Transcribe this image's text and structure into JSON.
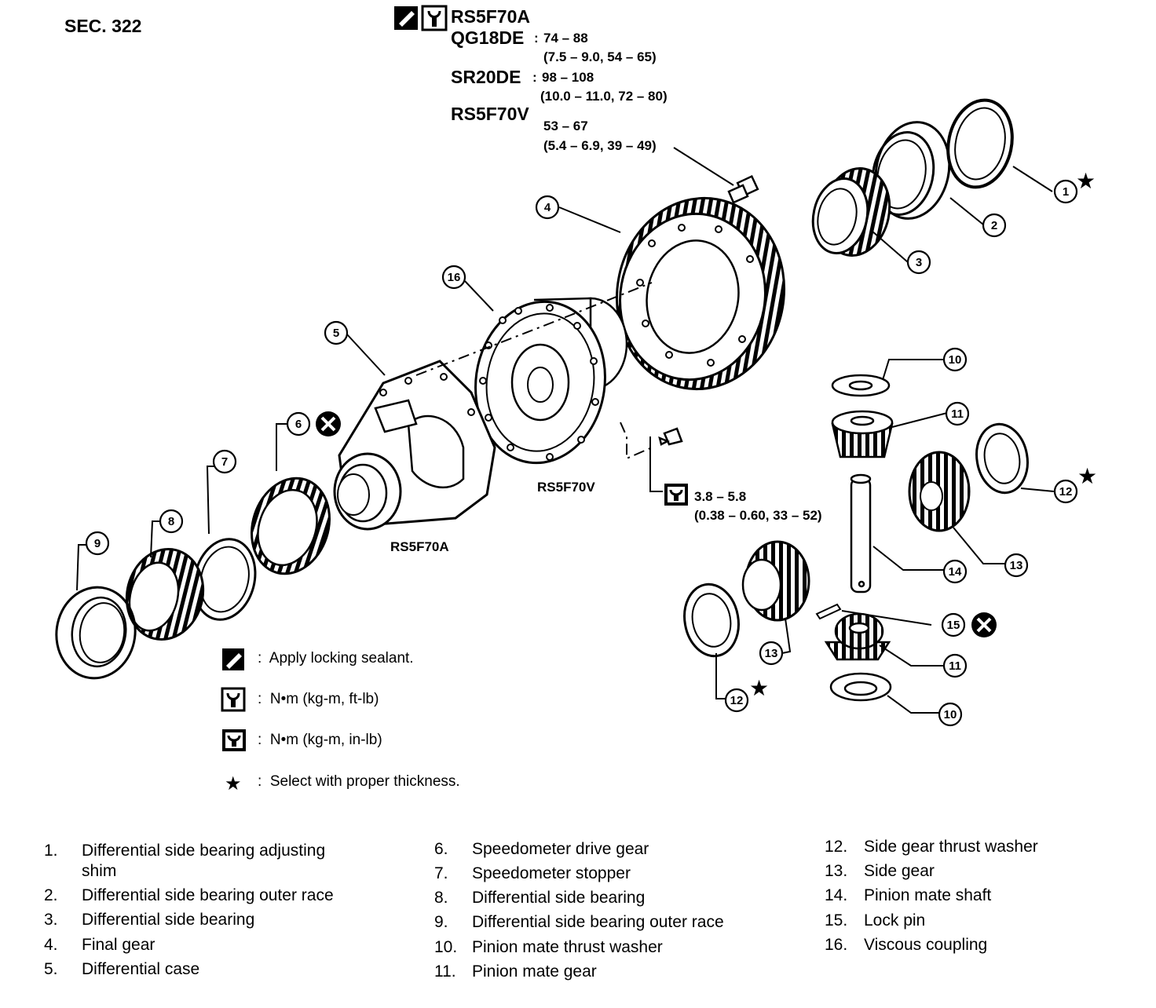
{
  "section": "SEC. 322",
  "torque_block": {
    "header_model": "RS5F70A",
    "rows": [
      {
        "engine": "QG18DE",
        "value": "74 – 88",
        "detail": "(7.5 – 9.0, 54 – 65)"
      },
      {
        "engine": "SR20DE",
        "value": "98 – 108",
        "detail": "(10.0 – 11.0, 72 – 80)"
      }
    ],
    "alt_model": "RS5F70V",
    "alt_value": "53 – 67",
    "alt_detail": "(5.4 – 6.9, 39 – 49)"
  },
  "small_torque": {
    "value": "3.8 – 5.8",
    "detail": "(0.38 – 0.60, 33 – 52)"
  },
  "labels": {
    "case_a": "RS5F70A",
    "case_v": "RS5F70V"
  },
  "callouts": [
    "1",
    "2",
    "3",
    "4",
    "5",
    "6",
    "7",
    "8",
    "9",
    "10",
    "11",
    "12",
    "13",
    "14",
    "15",
    "16"
  ],
  "legend": [
    {
      "icon": "sealant-icon",
      "text": "Apply locking sealant."
    },
    {
      "icon": "torque-wrench-icon",
      "text": "N•m (kg-m, ft-lb)"
    },
    {
      "icon": "torque-wrench-small-icon",
      "text": "N•m (kg-m, in-lb)"
    },
    {
      "icon": "star-icon",
      "text": "Select with proper thickness."
    }
  ],
  "parts": [
    {
      "num": "1.",
      "name": "Differential side bearing adjusting",
      "cont": "shim"
    },
    {
      "num": "2.",
      "name": "Differential side bearing outer race"
    },
    {
      "num": "3.",
      "name": "Differential side bearing"
    },
    {
      "num": "4.",
      "name": "Final gear"
    },
    {
      "num": "5.",
      "name": "Differential case"
    },
    {
      "num": "6.",
      "name": "Speedometer drive gear"
    },
    {
      "num": "7.",
      "name": "Speedometer stopper"
    },
    {
      "num": "8.",
      "name": "Differential side bearing"
    },
    {
      "num": "9.",
      "name": "Differential side bearing outer race"
    },
    {
      "num": "10.",
      "name": "Pinion mate thrust washer"
    },
    {
      "num": "11.",
      "name": "Pinion mate gear"
    },
    {
      "num": "12.",
      "name": "Side gear thrust washer"
    },
    {
      "num": "13.",
      "name": "Side gear"
    },
    {
      "num": "14.",
      "name": "Pinion mate shaft"
    },
    {
      "num": "15.",
      "name": "Lock pin"
    },
    {
      "num": "16.",
      "name": "Viscous coupling"
    }
  ]
}
